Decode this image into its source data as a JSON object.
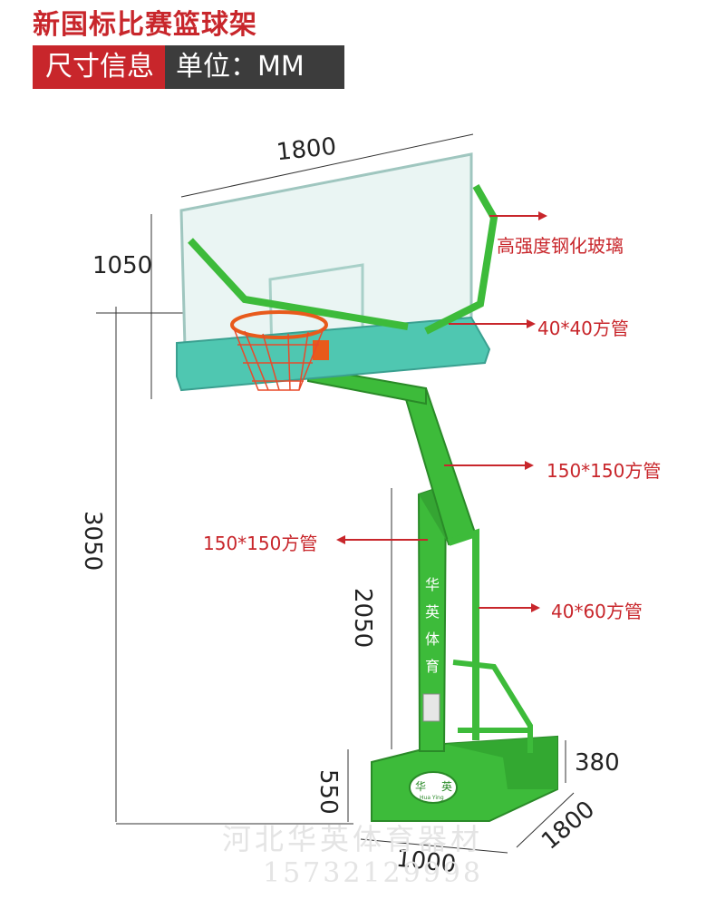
{
  "title": "新国标比赛篮球架",
  "banner": {
    "left": "尺寸信息",
    "right": "单位：MM"
  },
  "dimensions": {
    "backboard_width": "1800",
    "backboard_height": "1050",
    "total_height": "3050",
    "post_height": "2050",
    "base_height": "550",
    "base_short": "380",
    "base_depth": "1800",
    "base_width": "1000"
  },
  "callouts": {
    "glass": "高强度钢化玻璃",
    "tube_40x40": "40*40方管",
    "tube_150_right": "150*150方管",
    "tube_150_left": "150*150方管",
    "tube_40x60": "40*60方管"
  },
  "post_label": [
    "华",
    "英",
    "体",
    "育"
  ],
  "base_logo_text": {
    "left": "华",
    "right": "英",
    "sub": "Hua Ying"
  },
  "watermark": {
    "line1": "河北华英体育器材",
    "line2": "15732129998"
  },
  "colors": {
    "accent": "#c8262b",
    "frame_green": "#3dbb3a",
    "padding_teal": "#4fc7b1",
    "rim_orange": "#e85a1b"
  }
}
